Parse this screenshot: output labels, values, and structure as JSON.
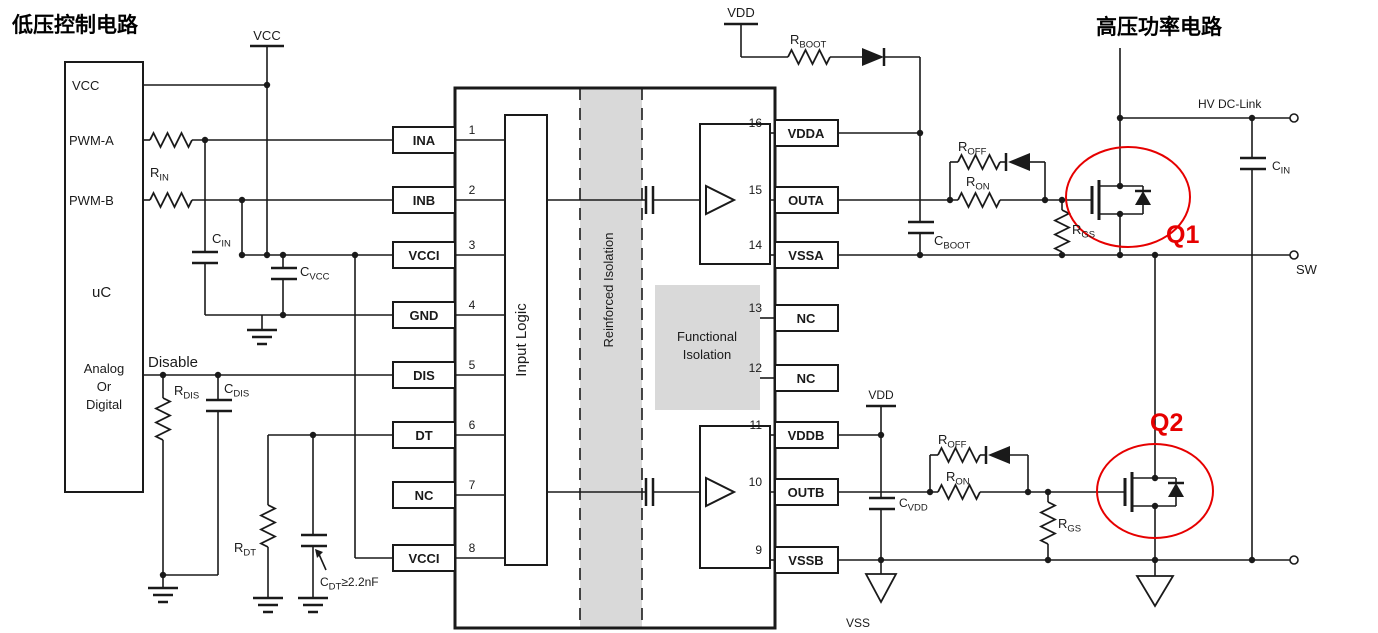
{
  "titles": {
    "low_voltage": "低压控制电路",
    "high_voltage": "高压功率电路"
  },
  "uc": {
    "pin_vcc": "VCC",
    "pin_pwma": "PWM-A",
    "pin_pwmb": "PWM-B",
    "name": "uC",
    "analog": "Analog",
    "or": "Or",
    "digital": "Digital"
  },
  "rails": {
    "vcc": "VCC",
    "vdd_top": "VDD",
    "vdd_b": "VDD",
    "vss": "VSS"
  },
  "labels": {
    "disable": "Disable",
    "hv_dc_link": "HV DC-Link",
    "sw": "SW",
    "q1": "Q1",
    "q2": "Q2"
  },
  "ic": {
    "input_logic": "Input Logic",
    "isolation": "Reinforced Isolation",
    "functional_line1": "Functional",
    "functional_line2": "Isolation",
    "left_pins": [
      {
        "num": "1",
        "label": "INA"
      },
      {
        "num": "2",
        "label": "INB"
      },
      {
        "num": "3",
        "label": "VCCI"
      },
      {
        "num": "4",
        "label": "GND"
      },
      {
        "num": "5",
        "label": "DIS"
      },
      {
        "num": "6",
        "label": "DT"
      },
      {
        "num": "7",
        "label": "NC"
      },
      {
        "num": "8",
        "label": "VCCI"
      }
    ],
    "right_pins": [
      {
        "num": "16",
        "label": "VDDA"
      },
      {
        "num": "15",
        "label": "OUTA"
      },
      {
        "num": "14",
        "label": "VSSA"
      },
      {
        "num": "13",
        "label": "NC"
      },
      {
        "num": "12",
        "label": "NC"
      },
      {
        "num": "11",
        "label": "VDDB"
      },
      {
        "num": "10",
        "label": "OUTB"
      },
      {
        "num": "9",
        "label": "VSSB"
      }
    ]
  },
  "components": {
    "rin": {
      "main": "R",
      "sub": "IN"
    },
    "cin": {
      "main": "C",
      "sub": "IN"
    },
    "cvcc": {
      "main": "C",
      "sub": "VCC"
    },
    "rdis": {
      "main": "R",
      "sub": "DIS"
    },
    "cdis": {
      "main": "C",
      "sub": "DIS"
    },
    "rdt": {
      "main": "R",
      "sub": "DT"
    },
    "cdt": {
      "main": "C",
      "sub": "DT",
      "note": "≥2.2nF"
    },
    "rboot": {
      "main": "R",
      "sub": "BOOT"
    },
    "cboot": {
      "main": "C",
      "sub": "BOOT"
    },
    "roff": {
      "main": "R",
      "sub": "OFF"
    },
    "ron": {
      "main": "R",
      "sub": "ON"
    },
    "rgs": {
      "main": "R",
      "sub": "GS"
    },
    "cvdd": {
      "main": "C",
      "sub": "VDD"
    },
    "cin_hv": {
      "main": "C",
      "sub": "IN"
    }
  },
  "colors": {
    "highlight_red": "#e60000",
    "isolation_band": "#d9d9d9"
  }
}
